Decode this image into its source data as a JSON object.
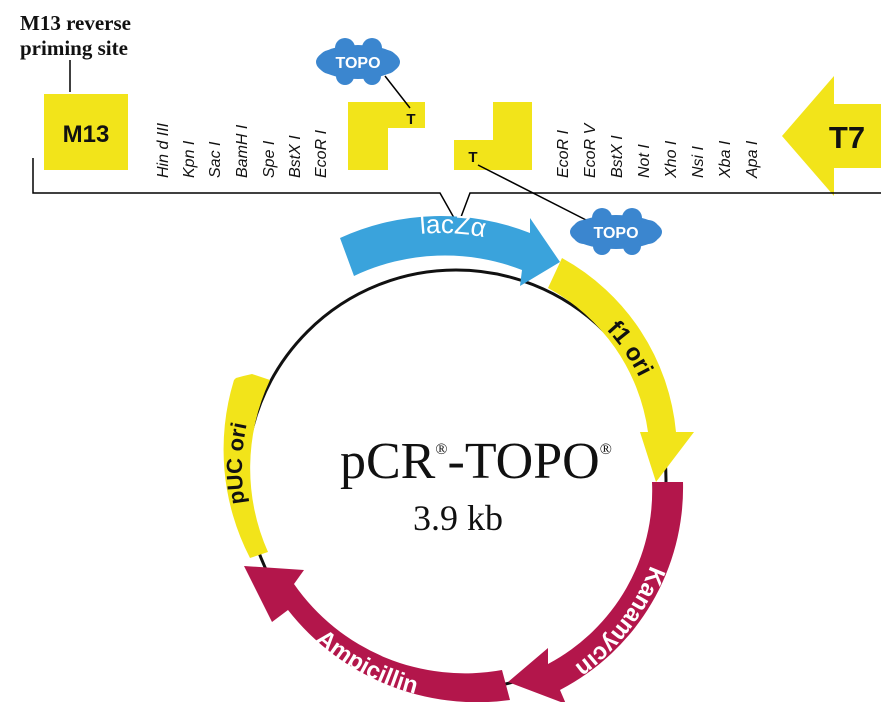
{
  "primer_label": {
    "line1": "M13  reverse",
    "line2": "priming site"
  },
  "m13_box_label": "M13",
  "t7_label": "T7",
  "topo_label": "TOPO",
  "t_label": "T",
  "left_sites": [
    "Hin d III",
    "Kpn I",
    "Sac I",
    "BamH I",
    "Spe I",
    "BstX I",
    "EcoR I"
  ],
  "right_sites": [
    "EcoR I",
    "EcoR V",
    "BstX I",
    "Not I",
    "Xho I",
    "Nsi I",
    "Xba I",
    "Apa I"
  ],
  "plasmid": {
    "name": "pCR",
    "suffix": "-TOPO",
    "registered": "®",
    "size": "3.9 kb"
  },
  "features": {
    "lacz": "lacZα",
    "f1": "f1 ori",
    "kanamycin": "Kanamycin",
    "ampicillin": "Ampicillin",
    "puc": "pUC ori"
  },
  "colors": {
    "yellow": "#f2e41a",
    "blue": "#3aa3dc",
    "crimson": "#b3164b",
    "topo_blue": "#3b86cf"
  }
}
